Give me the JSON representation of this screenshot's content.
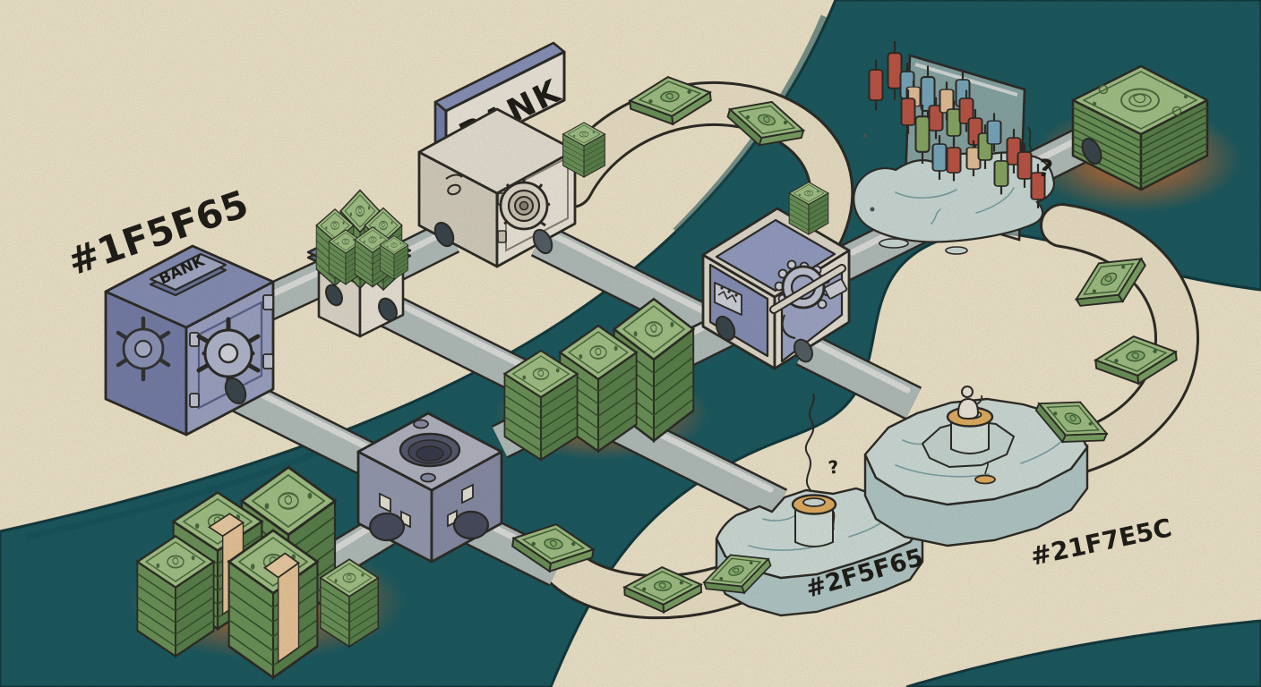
{
  "scene": {
    "type": "isometric-editorial-illustration",
    "theme": "Money flowing through glass pipes between bank vaults across a dark teal river, with melting icebergs, gold rings and a candlestick chart pane",
    "labels": {
      "hex_label_left": "#1F5F65",
      "hex_label_bottom": "#2F5F65",
      "hex_label_right": "#21F7E5C",
      "bank_billboard": "BANK",
      "bank_sign_small": "BANK",
      "question_mark_chart": "?",
      "question_mark_iceberg": "?"
    },
    "palette": {
      "background": "#F8F1D9",
      "river": "#1D5E66",
      "outline": "#2F2E29",
      "vault_blue": "#9AA5D0",
      "vault_blue_dark": "#7A85B4",
      "vault_white": "#F2EFE5",
      "money_green_top": "#A9CB90",
      "money_green_side": "#6F9A5E",
      "money_band_peach": "#F3D3A8",
      "glow_orange": "#C96F35",
      "pipe_glass": "#DCEDF0",
      "track_cream": "#F3ECD4",
      "iceberg": "#D6E7E6",
      "gold_ring": "#EAB768",
      "candle_red": "#C2594A",
      "candle_green": "#8DB06A",
      "candle_blue": "#7CB0C9",
      "candle_peach": "#ECC9A2"
    },
    "candlestick_colors": [
      "red",
      "red",
      "blue",
      "peach",
      "red",
      "blue",
      "green",
      "red",
      "peach",
      "green",
      "blue",
      "red",
      "red",
      "blue",
      "red",
      "peach",
      "green",
      "blue",
      "red",
      "red",
      "green",
      "red"
    ],
    "elements": [
      "river",
      "glass-pipes",
      "money-bill-track-loop",
      "bank-vault-blue-left",
      "bank-vault-white-top",
      "bank-vault-blue-center",
      "pipe-junction-box",
      "pipe-junction-cube",
      "cash-stacks-bottom-left",
      "cash-stacks-center",
      "cash-stack-top-right",
      "candlestick-chart-pane",
      "melting-iceberg-chart",
      "iceberg-with-gold-ring-small",
      "iceberg-with-gold-ring-large"
    ]
  }
}
